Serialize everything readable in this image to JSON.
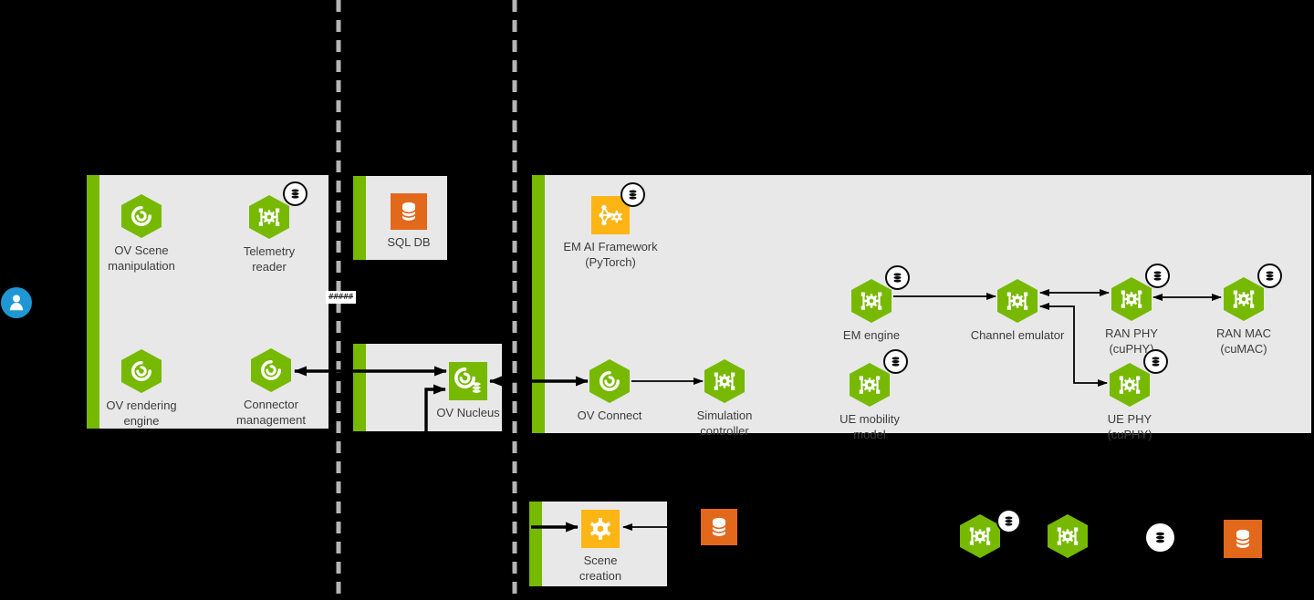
{
  "nodes": {
    "ov_scene_manipulation": {
      "label": "OV Scene\nmanipulation",
      "icon": "omniverse-hexagon"
    },
    "telemetry_reader": {
      "label": "Telemetry\nreader",
      "icon": "microservice-hexagon",
      "db_badge": true
    },
    "ov_rendering_engine": {
      "label": "OV rendering\nengine",
      "icon": "omniverse-hexagon"
    },
    "connector_management": {
      "label": "Connector\nmanagement",
      "icon": "omniverse-hexagon"
    },
    "sql_db": {
      "label": "SQL DB",
      "icon": "database-orange-square"
    },
    "ov_nucleus": {
      "label": "OV Nucleus",
      "icon": "nucleus-green-square"
    },
    "em_ai_framework": {
      "label": "EM AI Framework\n(PyTorch)",
      "icon": "ai-framework-gold-square",
      "db_badge": true
    },
    "ov_connect": {
      "label": "OV Connect",
      "icon": "omniverse-hexagon"
    },
    "simulation_controller": {
      "label": "Simulation\ncontroller",
      "icon": "microservice-hexagon"
    },
    "em_engine": {
      "label": "EM engine",
      "icon": "microservice-hexagon",
      "db_badge": true
    },
    "channel_emulator": {
      "label": "Channel emulator",
      "icon": "microservice-hexagon"
    },
    "ran_phy": {
      "label": "RAN PHY\n(cuPHY)",
      "icon": "microservice-hexagon",
      "db_badge": true
    },
    "ran_mac": {
      "label": "RAN MAC\n(cuMAC)",
      "icon": "microservice-hexagon",
      "db_badge": true
    },
    "ue_mobility_model": {
      "label": "UE mobility\nmodel",
      "icon": "microservice-hexagon",
      "db_badge": true
    },
    "ue_phy": {
      "label": "UE PHY\n(cuPHY)",
      "icon": "microservice-hexagon",
      "db_badge": true
    },
    "scene_creation": {
      "label": "Scene\ncreation",
      "icon": "gear-gold-square"
    }
  },
  "annotations": {
    "hash_label": "#####"
  },
  "actor": {
    "icon": "user-icon"
  },
  "standalone_icons": [
    {
      "icon": "database-orange-square"
    }
  ],
  "legend": {
    "items": [
      {
        "icon": "microservice-hexagon-with-db-badge"
      },
      {
        "icon": "microservice-hexagon"
      },
      {
        "icon": "database-white-circle"
      },
      {
        "icon": "database-orange-square"
      }
    ]
  },
  "colors": {
    "nvidia_green": "#76b900",
    "orange": "#e2681c",
    "gold": "#fdb515",
    "actor_blue": "#1f97d4",
    "panel_gray": "#e8e8e8",
    "divider_gray": "#b5b5b5",
    "background": "#000000"
  }
}
